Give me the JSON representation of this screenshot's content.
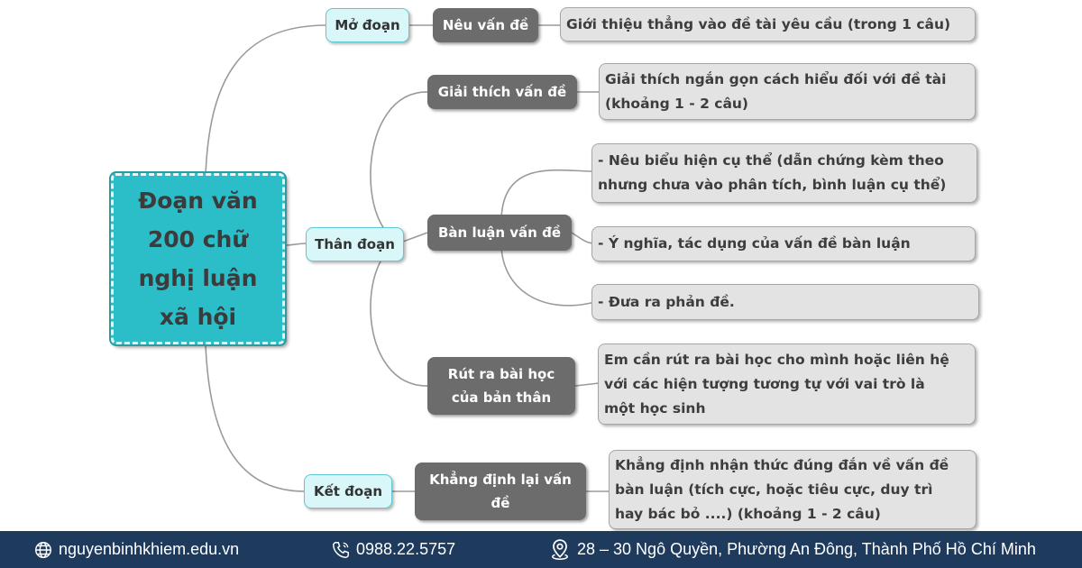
{
  "central": {
    "lines": [
      "Đoạn văn",
      "200 chữ",
      "nghị luận",
      "xã hội"
    ]
  },
  "sections": {
    "mo_doan": {
      "label": "Mở đoạn",
      "step": "Nêu vấn đề",
      "detail": [
        "Giới thiệu thẳng vào đề tài yêu cầu (trong 1 câu)"
      ]
    },
    "than_doan": {
      "label": "Thân đoạn",
      "giai_thich": {
        "step": "Giải thích vấn đề",
        "detail": [
          "Giải thích ngắn gọn cách hiểu đối với đề tài",
          "(khoảng 1 - 2 câu)"
        ]
      },
      "ban_luan": {
        "step": "Bàn luận vấn đề",
        "details": [
          [
            "- Nêu biểu hiện cụ thể (dẫn chứng kèm theo",
            "nhưng chưa vào phân tích, bình luận cụ thể)"
          ],
          [
            "- Ý nghĩa, tác dụng của vấn đề bàn luận"
          ],
          [
            "- Đưa ra phản đề."
          ]
        ]
      },
      "rut_ra": {
        "step": [
          "Rút ra bài học",
          "của bản thân"
        ],
        "detail": [
          "Em cần rút ra bài học cho mình hoặc liên hệ",
          "với các hiện tượng tương tự với vai trò là",
          "một học sinh"
        ]
      }
    },
    "ket_doan": {
      "label": "Kết đoạn",
      "step": [
        "Khẳng định lại vấn",
        "đề"
      ],
      "detail": [
        "Khẳng định nhận thức đúng đắn về vấn đề",
        "bàn luận (tích cực, hoặc tiêu cực, duy trì",
        "hay bác bỏ ....)  (khoảng 1 - 2 câu)"
      ]
    }
  },
  "footer": {
    "website": "nguyenbinhkhiem.edu.vn",
    "phone": "0988.22.5757",
    "address": "28 – 30 Ngô Quyền, Phường An Đông, Thành Phố Hồ Chí Minh"
  },
  "colors": {
    "central_fill": "#2bbdc8",
    "level1_fill": "#d9f6f9",
    "level2_fill": "#6c6c6c",
    "detail_fill": "#e3e3e3",
    "connector": "#9a9a9a",
    "footer_bg": "#1e3a5c"
  },
  "icons": [
    "globe-icon",
    "phone-icon",
    "location-pin-icon"
  ]
}
